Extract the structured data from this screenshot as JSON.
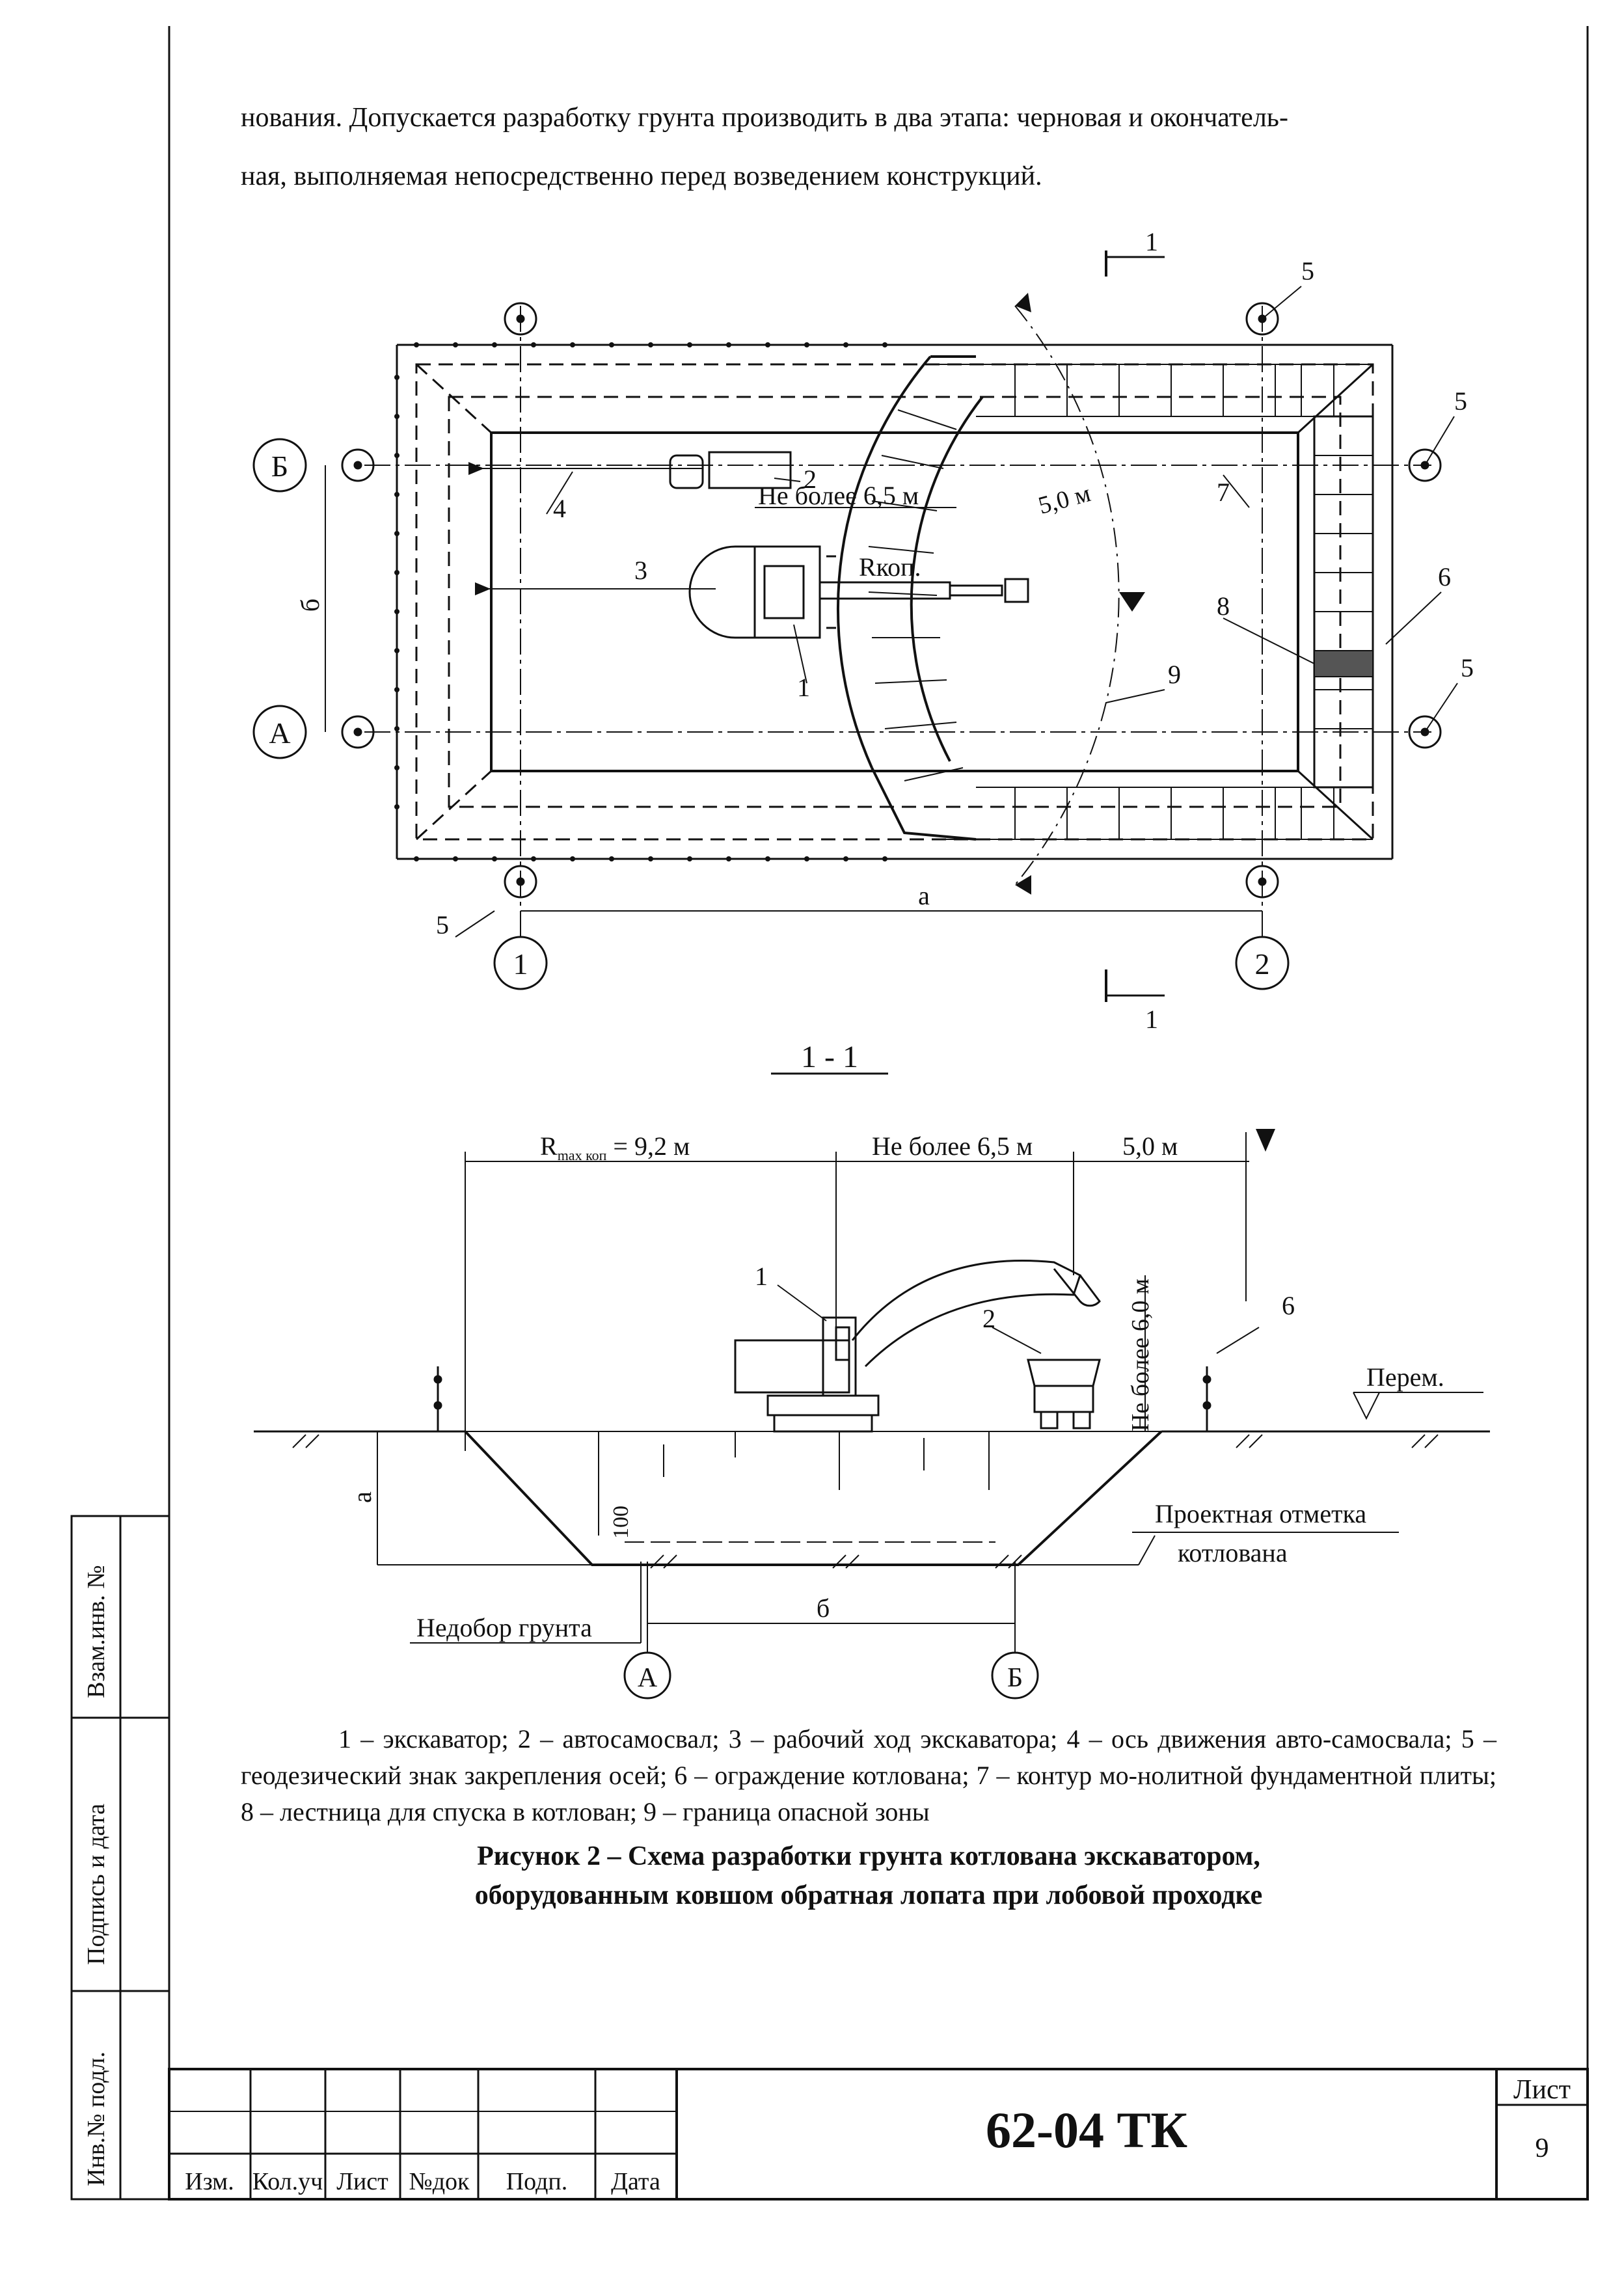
{
  "intro": {
    "line1": "нования. Допускается разработку грунта производить в два этапа: черновая  и окончатель-",
    "line2": "ная, выполняемая непосредственно перед возведением конструкций."
  },
  "plan": {
    "section_mark_top": "1",
    "section_mark_bottom": "1",
    "axis_b": "Б",
    "axis_a": "А",
    "axis_1": "1",
    "axis_2": "2",
    "dim_b": "б",
    "dim_a": "а",
    "label_not_more": "Не более 6,5 м",
    "label_radius": "Rкоп.",
    "label_5m": "5,0 м",
    "callouts": {
      "c1": "1",
      "c2": "2",
      "c3": "3",
      "c4": "4",
      "c5a": "5",
      "c5b": "5",
      "c5c": "5",
      "c5d": "5",
      "c6": "6",
      "c7": "7",
      "c8": "8",
      "c9": "9"
    }
  },
  "section": {
    "title": "1 - 1",
    "r_label": "R",
    "r_sub": "max коп",
    "r_value": " = 9,2 м",
    "not_more_65": "Не более 6,5 м",
    "dim_5m": "5,0 м",
    "not_more_6": "Не более 6,0 м",
    "perem": "Перем.",
    "design_mark_1": "Проектная отметка",
    "design_mark_2": "котлована",
    "shortfall": "Недобор грунта",
    "depth_100": "100",
    "dim_a": "а",
    "dim_b": "б",
    "axis_a": "А",
    "axis_b": "Б",
    "c1": "1",
    "c2": "2",
    "c6": "6"
  },
  "legend": "1 – экскаватор; 2 – автосамосвал; 3 – рабочий ход экскаватора; 4 – ось движения авто-самосвала; 5 – геодезический знак закрепления осей; 6 – ограждение котлована; 7 – контур мо-нолитной фундаментной плиты; 8 – лестница для спуска в котлован; 9 – граница опасной зоны",
  "caption": {
    "line1": "Рисунок 2 – Схема разработки грунта котлована экскаватором,",
    "line2": "оборудованным ковшом обратная лопата при лобовой проходке"
  },
  "stamp": {
    "doc_code": "62-04 ТК",
    "sheet_label": "Лист",
    "sheet_number": "9",
    "col_izm": "Изм.",
    "col_kol": "Кол.уч",
    "col_list": "Лист",
    "col_ndok": "№док",
    "col_podp": "Подп.",
    "col_data": "Дата"
  },
  "side_stamp": {
    "inv_podl": "Инв.№ подл.",
    "podpis_data": "Подпись и дата",
    "vzam_inv": "Взам.инв. №"
  }
}
